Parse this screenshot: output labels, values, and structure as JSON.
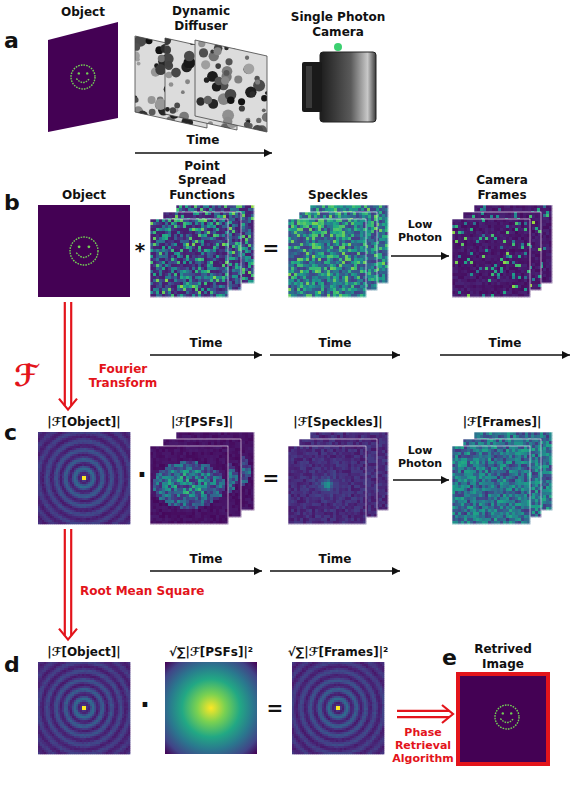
{
  "diagram": {
    "nodes": [
      {
        "text": [
          "Object"
        ]
      },
      {
        "text": [
          "Dynamic Diffuser"
        ]
      },
      {
        "text": [
          "Single Photon Camera"
        ]
      },
      {
        "text": [
          "Object"
        ]
      },
      {
        "text": [
          "Point Spread Functions"
        ]
      },
      {
        "text": [
          "Speckles"
        ]
      },
      {
        "text": [
          "Camera Frames"
        ]
      },
      {
        "text": [
          "|ℱ[Object]|"
        ]
      },
      {
        "text": [
          "|ℱ[PSFs]|"
        ]
      },
      {
        "text": [
          "|ℱ[Speckles]|"
        ]
      },
      {
        "text": [
          "|ℱ[Frames]|"
        ]
      },
      {
        "text": [
          "|ℱ[Object]|"
        ]
      },
      {
        "text": [
          "√∑|ℱ[PSFs]|²"
        ]
      },
      {
        "text": [
          "√∑|ℱ[Frames]|²"
        ]
      },
      {
        "text": [
          "Retrived Image"
        ]
      }
    ],
    "edges": [
      {
        "from": 5,
        "to": 6,
        "label": "Low Photon",
        "arrow": "to"
      },
      {
        "from": 3,
        "to": 7,
        "label": "Fourier Transform",
        "arrow": "to"
      },
      {
        "from": 9,
        "to": 10,
        "label": "Low Photon",
        "arrow": "to"
      },
      {
        "from": 7,
        "to": 11,
        "label": "Root Mean Square",
        "arrow": "to"
      },
      {
        "from": 13,
        "to": 14,
        "label": "Phase Retrieval Algorithm",
        "arrow": "to"
      }
    ],
    "labels": [
      "a",
      "Time",
      "b",
      "*",
      "=",
      "Time",
      "Time",
      "Time",
      "ℱ",
      "c",
      "·",
      "=",
      "Time",
      "Time",
      "d",
      "·",
      "=",
      "e"
    ]
  }
}
